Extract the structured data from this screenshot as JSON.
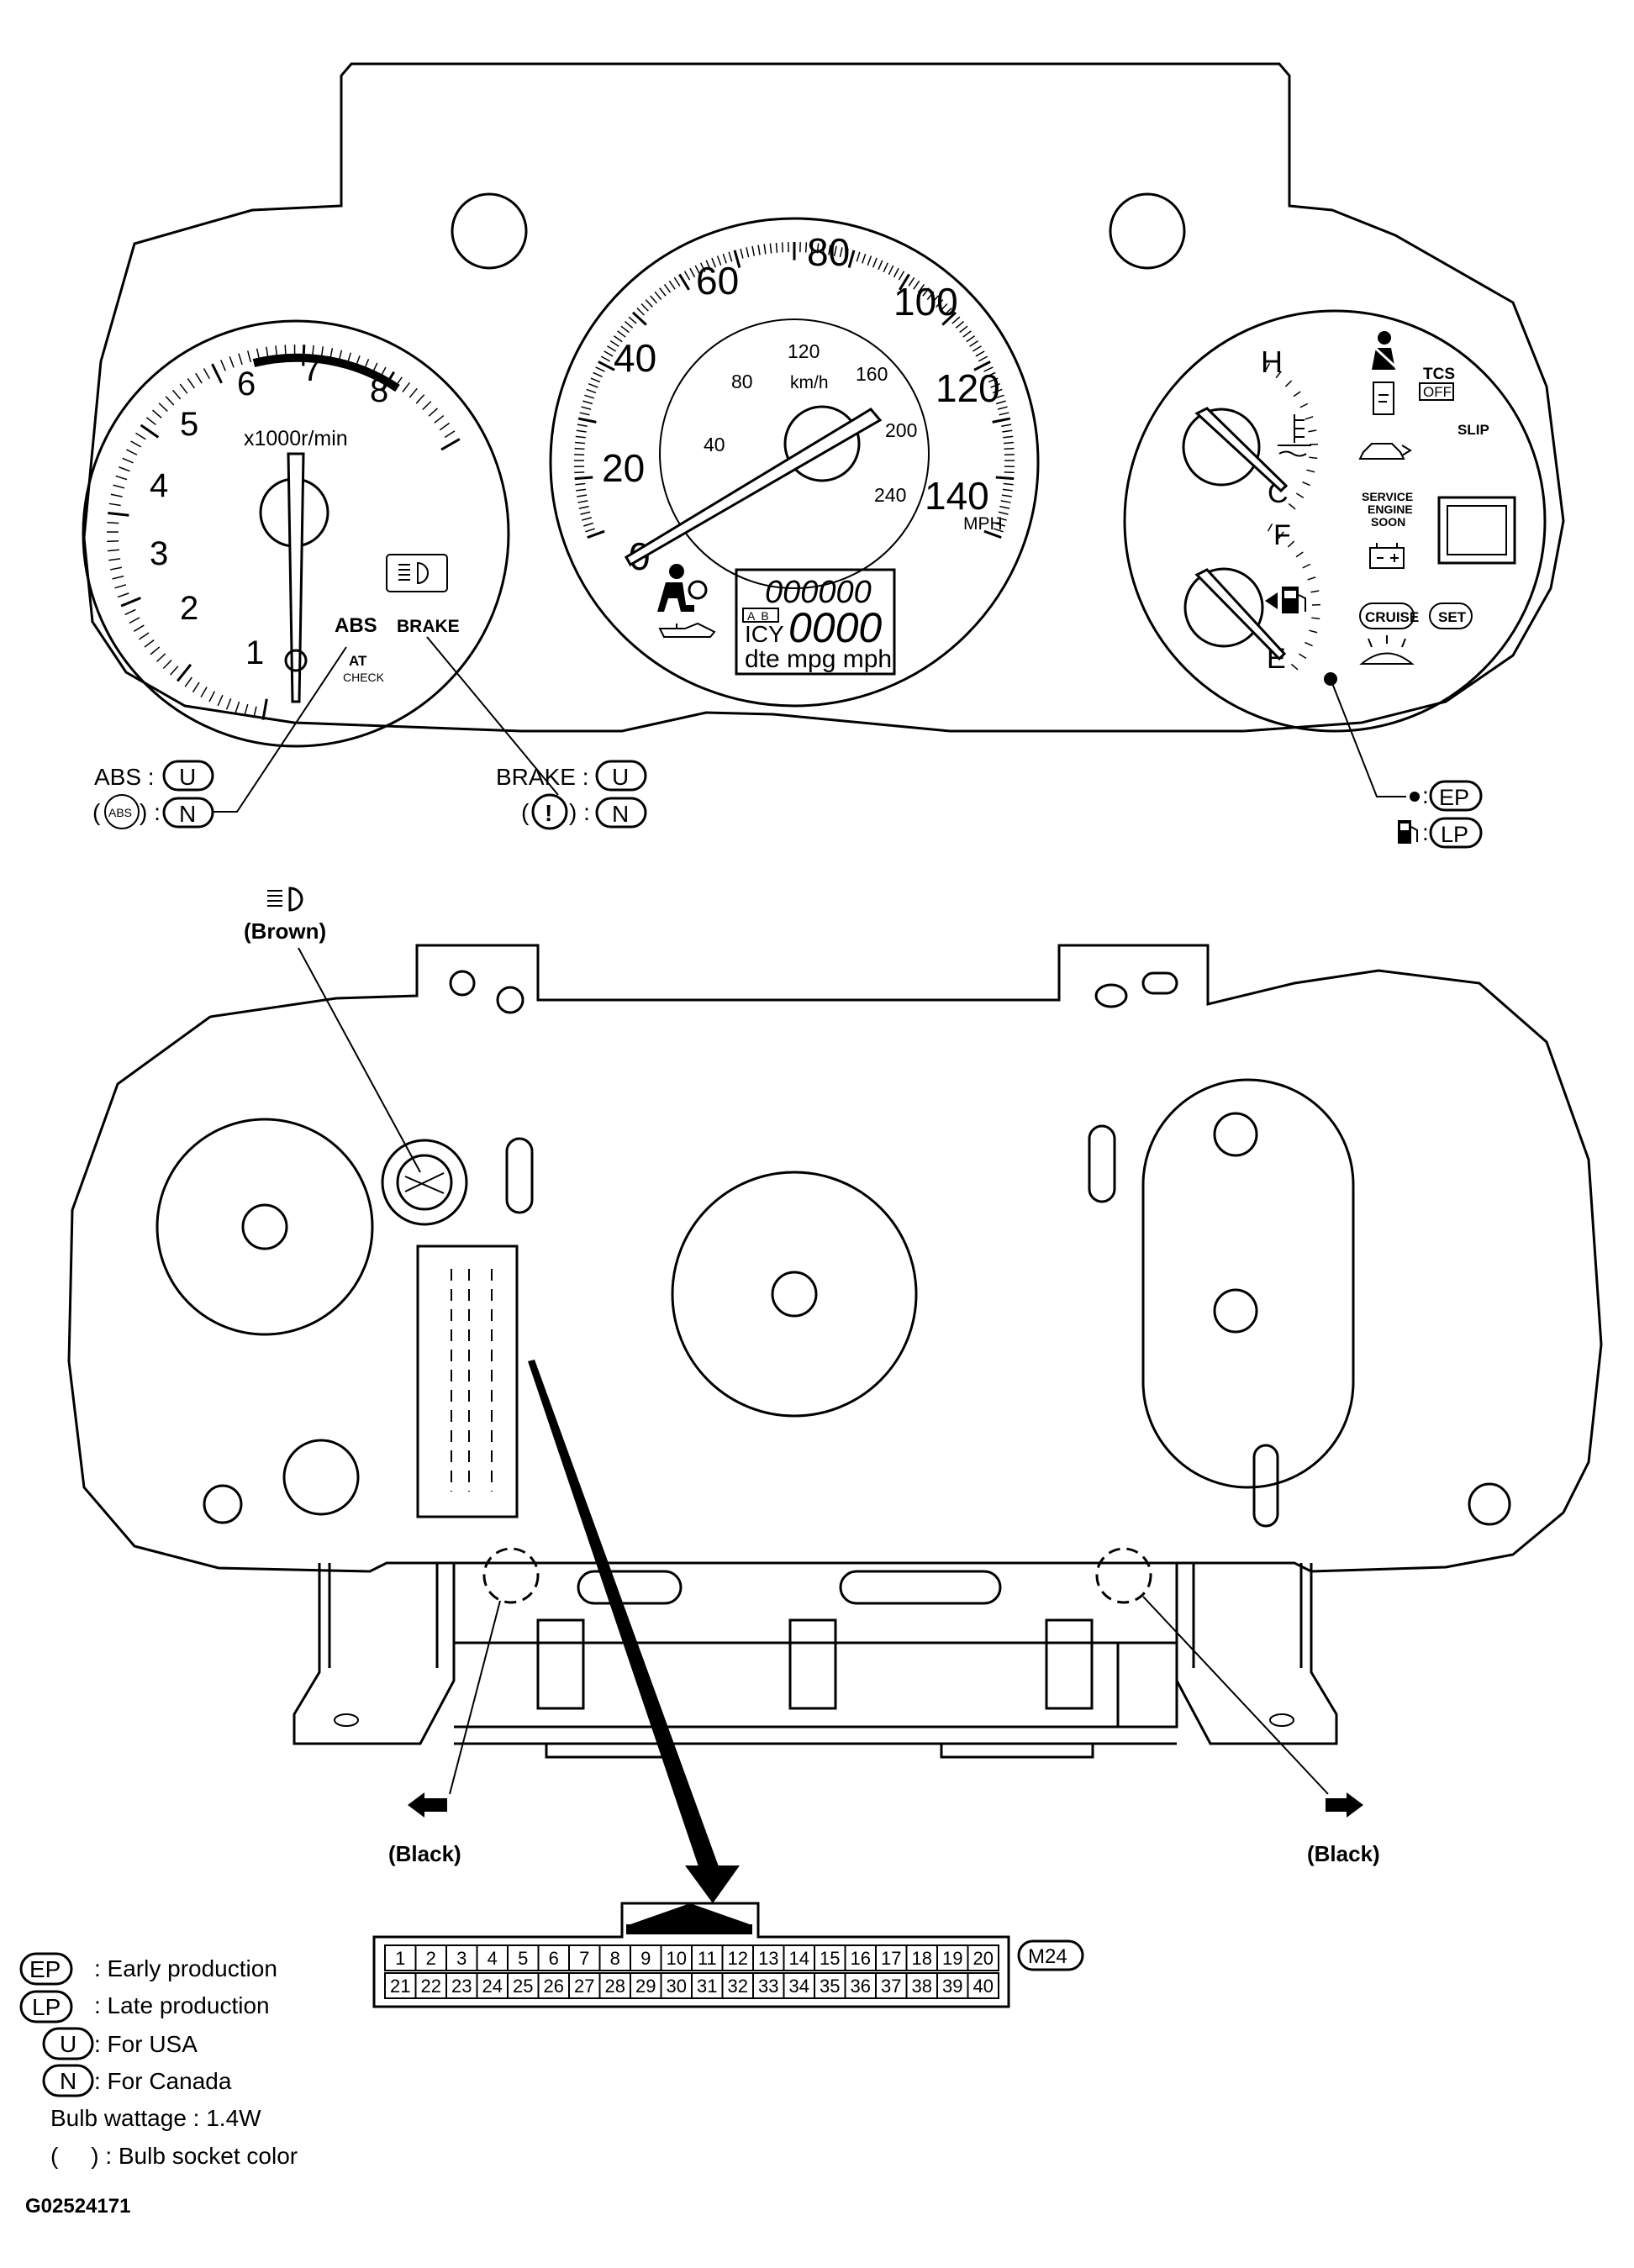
{
  "tachometer": {
    "numbers": [
      "1",
      "2",
      "3",
      "4",
      "5",
      "6",
      "7",
      "8"
    ],
    "unit": "x1000r/min",
    "abs": "ABS",
    "brake": "BRAKE",
    "at_check_top": "AT",
    "at_check_bottom": "CHECK"
  },
  "speedometer": {
    "mph_numbers": [
      "0",
      "20",
      "40",
      "60",
      "80",
      "100",
      "120",
      "140"
    ],
    "kmh_numbers": [
      "40",
      "80",
      "120",
      "160",
      "200",
      "240"
    ],
    "kmh_unit": "km/h",
    "mph_unit": "MPH",
    "odometer": "000000",
    "ab": "A  B",
    "icy": "ICY",
    "trip": "0000",
    "modes": "dte mpg mph"
  },
  "right_gauge": {
    "temp_h": "H",
    "temp_c": "C",
    "fuel_f": "F",
    "fuel_e": "E",
    "tcs": "TCS",
    "tcs_off": "OFF",
    "slip": "SLIP",
    "service_1": "SERVICE",
    "service_2": "ENGINE",
    "service_3": "SOON",
    "cruise": "CRUISE",
    "set": "SET"
  },
  "callouts": {
    "abs_label": "ABS :",
    "abs_code": "U",
    "abs_symbol_code": "N",
    "abs_symbol": "ABS",
    "brake_label": "BRAKE :",
    "brake_code": "U",
    "brake_symbol": "!",
    "brake_symbol_code": "N",
    "dot_code": "EP",
    "fuel_code": "LP",
    "brown": "(Brown)",
    "black_left": "(Black)",
    "black_right": "(Black)",
    "connector_id": "M24"
  },
  "connector": {
    "top_row": [
      "1",
      "2",
      "3",
      "4",
      "5",
      "6",
      "7",
      "8",
      "9",
      "10",
      "11",
      "12",
      "13",
      "14",
      "15",
      "16",
      "17",
      "18",
      "19",
      "20"
    ],
    "bottom_row": [
      "21",
      "22",
      "23",
      "24",
      "25",
      "26",
      "27",
      "28",
      "29",
      "30",
      "31",
      "32",
      "33",
      "34",
      "35",
      "36",
      "37",
      "38",
      "39",
      "40"
    ]
  },
  "legend": {
    "ep_code": "EP",
    "ep_text": ": Early production",
    "lp_code": "LP",
    "lp_text": ": Late production",
    "u_code": "U",
    "u_text": ": For USA",
    "n_code": "N",
    "n_text": ": For Canada",
    "wattage": "Bulb wattage : 1.4W",
    "socket": "(     ) : Bulb socket color"
  },
  "figure_id": "G02524171",
  "icons": [
    "seatbelt-icon",
    "door-icon",
    "coolant-temp-icon",
    "oil-can-icon",
    "battery-icon",
    "fuel-pump-icon",
    "airbag-icon",
    "headlight-high-beam-icon",
    "washer-icon",
    "slip-car-icon"
  ]
}
